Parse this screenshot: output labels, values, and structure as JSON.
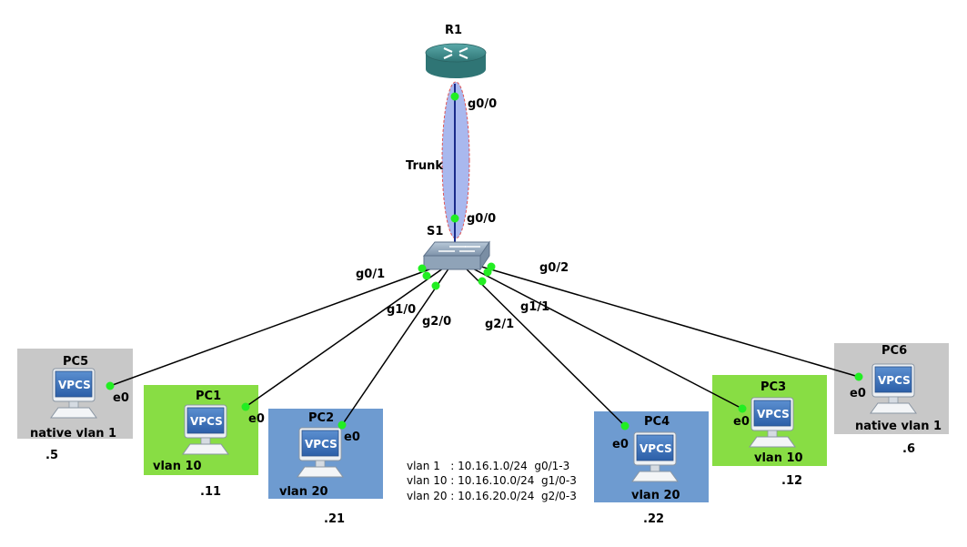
{
  "router": {
    "name": "R1",
    "port": "g0/0"
  },
  "trunk": {
    "label": "Trunk"
  },
  "switch": {
    "name": "S1",
    "uplink_port": "g0/0"
  },
  "switch_ports": {
    "g0_1": "g0/1",
    "g1_0": "g1/0",
    "g2_0": "g2/0",
    "g2_1": "g2/1",
    "g1_1": "g1/1",
    "g0_2": "g0/2"
  },
  "pcs": {
    "pc5": {
      "name": "PC5",
      "port": "e0",
      "vlan": "native vlan 1",
      "ip": ".5",
      "color": "#c8c8c8"
    },
    "pc1": {
      "name": "PC1",
      "port": "e0",
      "vlan": "vlan 10",
      "ip": ".11",
      "color": "#88dd44"
    },
    "pc2": {
      "name": "PC2",
      "port": "e0",
      "vlan": "vlan 20",
      "ip": ".21",
      "color": "#6e9bd0"
    },
    "pc4": {
      "name": "PC4",
      "port": "e0",
      "vlan": "vlan 20",
      "ip": ".22",
      "color": "#6e9bd0"
    },
    "pc3": {
      "name": "PC3",
      "port": "e0",
      "vlan": "vlan 10",
      "ip": ".12",
      "color": "#88dd44"
    },
    "pc6": {
      "name": "PC6",
      "port": "e0",
      "vlan": "native vlan 1",
      "ip": ".6",
      "color": "#c8c8c8"
    }
  },
  "vpcs_label": "VPCS",
  "notes": [
    "vlan 1   : 10.16.1.0/24  g0/1-3",
    "vlan 10 : 10.16.10.0/24  g1/0-3",
    "vlan 20 : 10.16.20.0/24  g2/0-3"
  ],
  "colors": {
    "link": "#000000",
    "endpoint": "#22ee22",
    "trunk_fill": "#a9b8ee",
    "trunk_stroke": "#e05555",
    "router": "#3f8f8f"
  }
}
